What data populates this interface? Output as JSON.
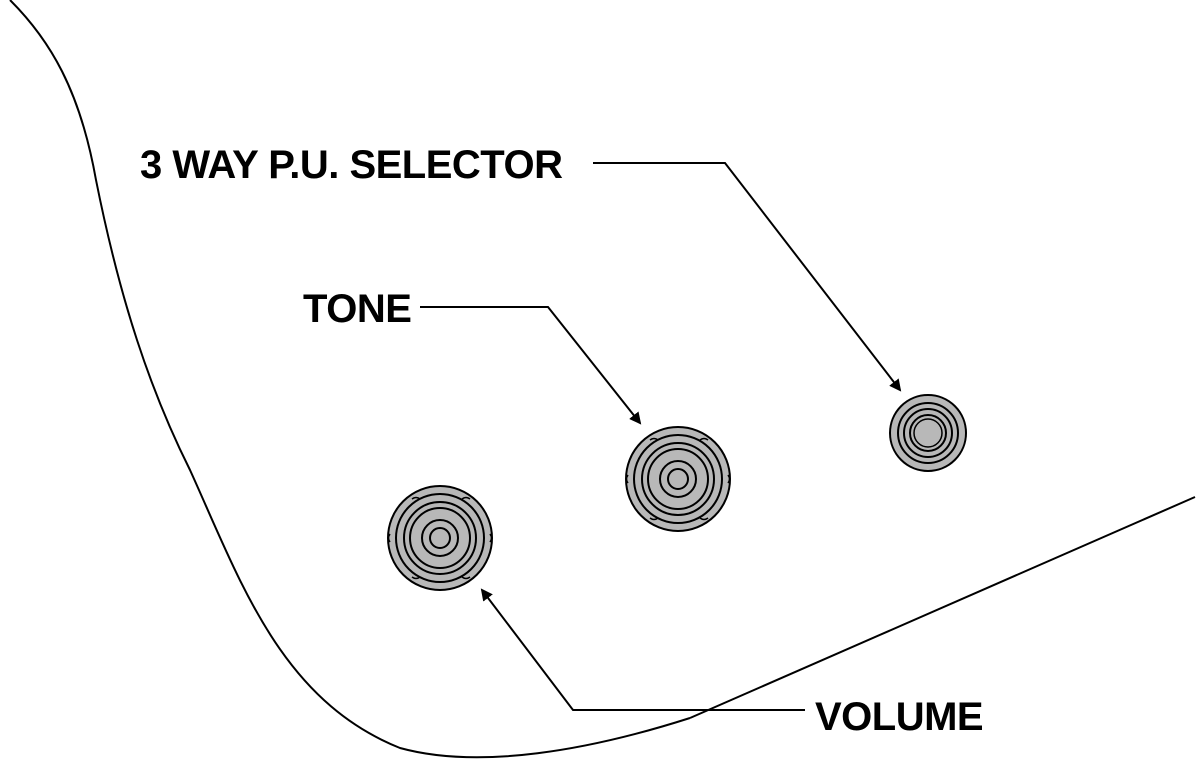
{
  "labels": {
    "selector": "3 WAY P.U. SELECTOR",
    "tone": "TONE",
    "volume": "VOLUME"
  },
  "colors": {
    "knob_fill": "#b8b8b8",
    "outline": "#000000",
    "background": "#ffffff"
  }
}
